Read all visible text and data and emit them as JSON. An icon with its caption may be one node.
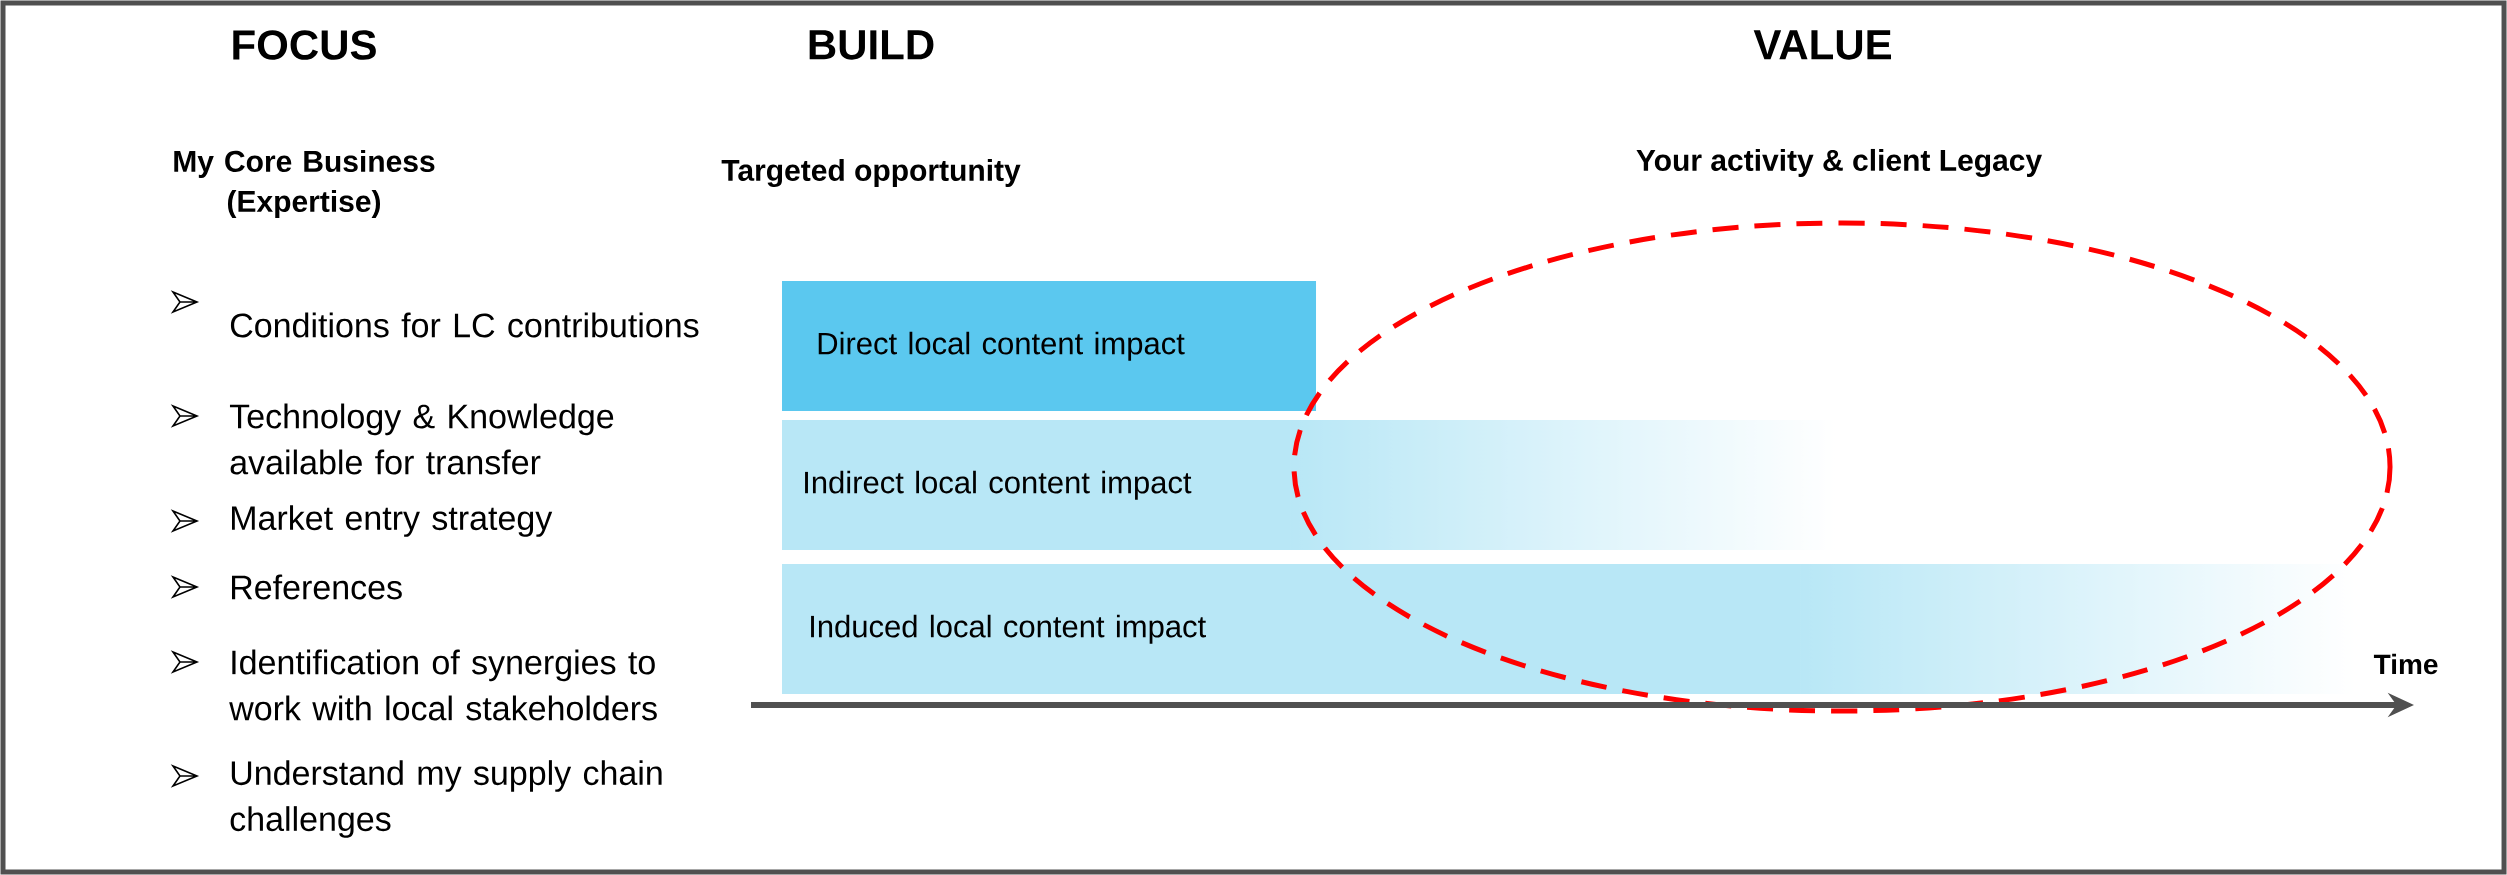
{
  "diagram": {
    "nodes": [
      {
        "text": [
          "Direct local content impact"
        ]
      },
      {
        "text": [
          "Indirect local content impact"
        ]
      },
      {
        "text": [
          "Induced local content impact"
        ]
      }
    ],
    "labels": [
      "FOCUS",
      "BUILD",
      "VALUE",
      "My Core Business (Expertise)",
      "Targeted opportunity",
      "Your activity & client Legacy",
      "Conditions for LC contributions",
      "Technology & Knowledge available for transfer",
      "Market entry strategy",
      "References",
      "Identification of synergies to work with local stakeholders",
      "Understand my supply chain challenges",
      "Time"
    ]
  }
}
